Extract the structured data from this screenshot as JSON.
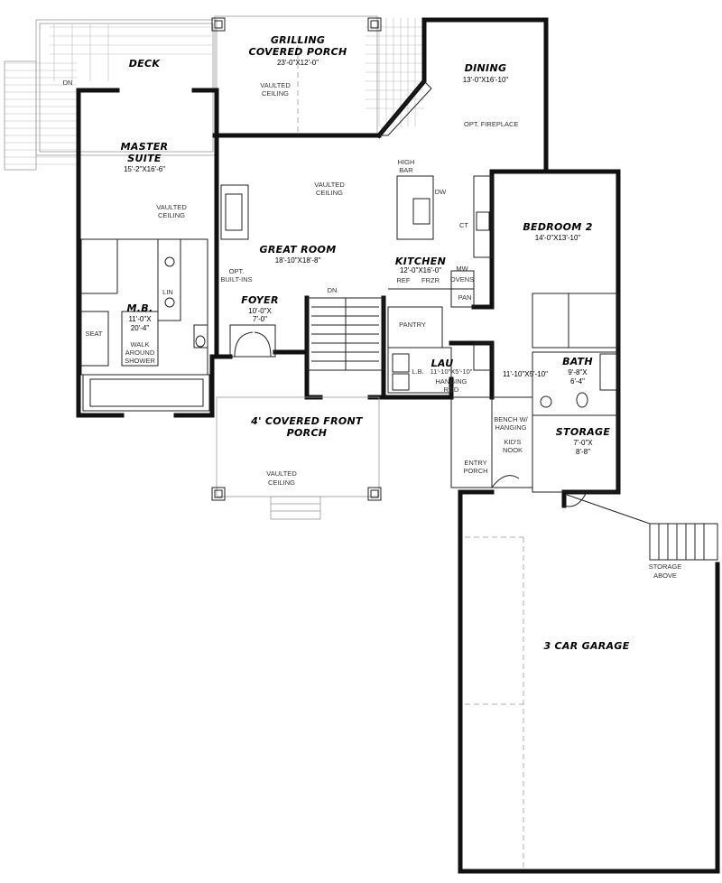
{
  "rooms": {
    "deck": {
      "name": "DECK"
    },
    "grilling_porch": {
      "name_l1": "GRILLING",
      "name_l2": "COVERED PORCH",
      "dims": "23'-0\"X12'-0\"",
      "note1": "VAULTED",
      "note2": "CEILING"
    },
    "dining": {
      "name": "DINING",
      "dims": "13'-0\"X16'-10\"",
      "note": "OPT. FIREPLACE"
    },
    "master_suite": {
      "name_l1": "MASTER",
      "name_l2": "SUITE",
      "dims": "15'-2\"X16'-6\"",
      "note1": "VAULTED",
      "note2": "CEILING"
    },
    "great_room": {
      "name": "GREAT ROOM",
      "dims": "18'-10\"X18'-8\"",
      "note1": "VAULTED",
      "note2": "CEILING",
      "opt1": "OPT.",
      "opt2": "BUILT-INS",
      "dn": "DN"
    },
    "kitchen": {
      "name": "KITCHEN",
      "dims": "12'-0\"X16'-0\"",
      "high1": "HIGH",
      "high2": "BAR",
      "dw": "DW",
      "ct": "CT",
      "mw": "MW",
      "ovens": "OVENS",
      "ref": "REF",
      "frzr": "FRZR",
      "pan": "PAN",
      "pantry": "PANTRY"
    },
    "bedroom2": {
      "name": "BEDROOM 2",
      "dims": "14'-0\"X13'-10\""
    },
    "mb": {
      "name": "M.B.",
      "dims1": "11'-0\"X",
      "dims2": "20'-4\"",
      "lin": "LIN",
      "seat": "SEAT",
      "walk1": "WALK",
      "walk2": "AROUND",
      "walk3": "SHOWER"
    },
    "foyer": {
      "name": "FOYER",
      "dims1": "10'-0\"X",
      "dims2": "7'-0\""
    },
    "lau": {
      "name": "LAU",
      "lb": "L.B.",
      "dims": "11'-10\"X5'-10\"",
      "hang1": "HANGING",
      "hang2": "ROD"
    },
    "hall": {
      "dims": "11'-10\"X5'-10\"",
      "bench1": "BENCH W/",
      "bench2": "HANGING",
      "kids1": "KID'S",
      "kids2": "NOOK"
    },
    "bath": {
      "name": "BATH",
      "dims1": "9'-8\"X",
      "dims2": "6'-4\""
    },
    "storage": {
      "name": "STORAGE",
      "dims1": "7'-0\"X",
      "dims2": "8'-8\""
    },
    "front_porch": {
      "name_l1": "4' COVERED FRONT",
      "name_l2": "PORCH",
      "note1": "VAULTED",
      "note2": "CEILING"
    },
    "entry_porch": {
      "name_l1": "ENTRY",
      "name_l2": "PORCH"
    },
    "garage": {
      "name": "3 CAR GARAGE",
      "storage1": "STORAGE",
      "storage2": "ABOVE"
    },
    "deck_dn": {
      "label": "DN"
    }
  }
}
